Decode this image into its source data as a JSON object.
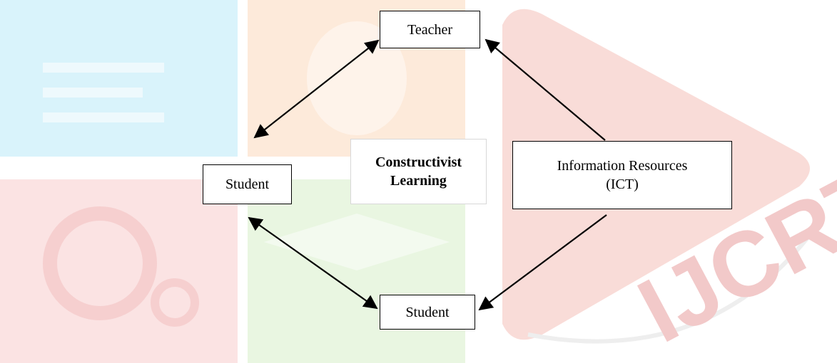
{
  "diagram": {
    "nodes": {
      "teacher": "Teacher",
      "student_left": "Student",
      "student_bottom": "Student",
      "center_line1": "Constructivist",
      "center_line2": "Learning",
      "ict_line1": "Information Resources",
      "ict_line2": "(ICT)"
    },
    "edges": [
      {
        "from": "student_left",
        "to": "teacher",
        "direction": "both"
      },
      {
        "from": "student_left",
        "to": "student_bottom",
        "direction": "both"
      },
      {
        "from": "ict",
        "to": "teacher",
        "direction": "forward"
      },
      {
        "from": "ict",
        "to": "student_bottom",
        "direction": "forward"
      }
    ]
  },
  "watermark": {
    "text": "IJCRT",
    "colors": {
      "cyan": "#d9f3fb",
      "orange": "#fdeada",
      "red": "#fbe3e3",
      "green": "#e9f6e1",
      "coral": "#f9dcd8",
      "text": "#f2c9c9"
    }
  }
}
